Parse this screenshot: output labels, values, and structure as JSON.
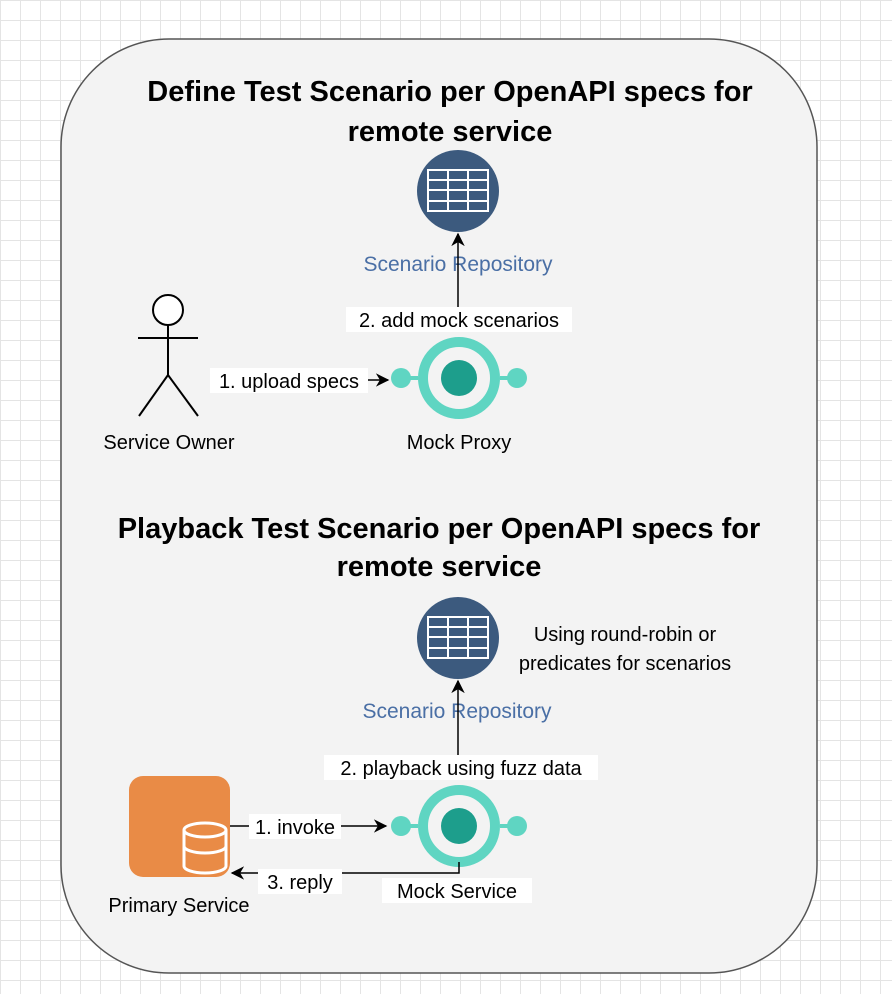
{
  "sections": [
    {
      "title_line1": "Define Test Scenario per OpenAPI specs for",
      "title_line2": "remote service",
      "repository_label": "Scenario Repository",
      "actor_label": "Service Owner",
      "proxy_label": "Mock Proxy",
      "edge_upload": "1. upload specs",
      "edge_add": "2. add mock scenarios"
    },
    {
      "title_line1": "Playback Test Scenario per OpenAPI specs for",
      "title_line2": "remote service",
      "repository_label": "Scenario Repository",
      "note_line1": "Using round-robin or",
      "note_line2": "predicates for scenarios",
      "primary_label": "Primary Service",
      "mock_label": "Mock Service",
      "edge_invoke": "1. invoke",
      "edge_playback": "2. playback using fuzz data",
      "edge_reply": "3. reply"
    }
  ],
  "colors": {
    "container_fill": "#f3f3f3",
    "repository_fill": "#3c5a7e",
    "mock_teal": "#5fd5c2",
    "mock_core": "#1d9e8c",
    "service_orange": "#e98b46"
  },
  "icons": {
    "repository": "database-table-icon",
    "actor": "person-icon",
    "mock": "mock-service-icon",
    "primary": "app-service-icon"
  }
}
